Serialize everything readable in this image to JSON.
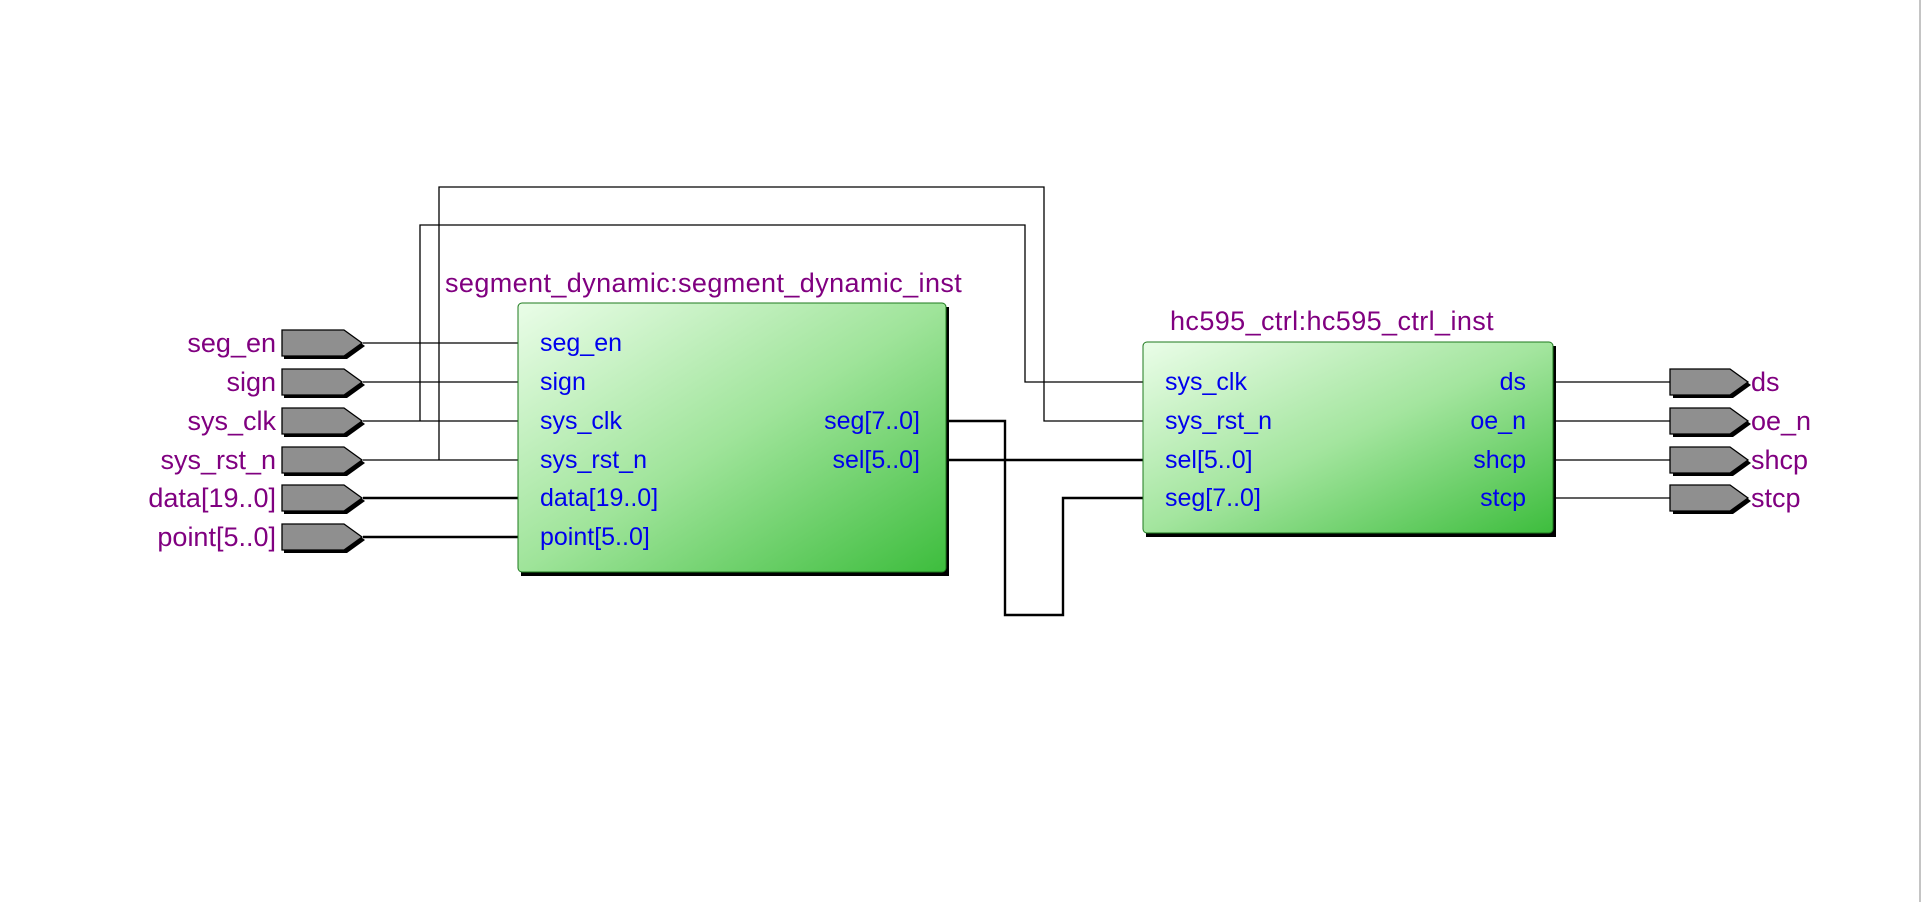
{
  "diagram": {
    "instances": [
      {
        "id": "segment_dynamic",
        "title": "segment_dynamic:segment_dynamic_inst",
        "inputs": [
          "seg_en",
          "sign",
          "sys_clk",
          "sys_rst_n",
          "data[19..0]",
          "point[5..0]"
        ],
        "outputs": [
          "seg[7..0]",
          "sel[5..0]"
        ]
      },
      {
        "id": "hc595_ctrl",
        "title": "hc595_ctrl:hc595_ctrl_inst",
        "inputs": [
          "sys_clk",
          "sys_rst_n",
          "sel[5..0]",
          "seg[7..0]"
        ],
        "outputs": [
          "ds",
          "oe_n",
          "shcp",
          "stcp"
        ]
      }
    ],
    "input_ports": [
      "seg_en",
      "sign",
      "sys_clk",
      "sys_rst_n",
      "data[19..0]",
      "point[5..0]"
    ],
    "output_ports": [
      "ds",
      "oe_n",
      "shcp",
      "stcp"
    ],
    "colors": {
      "block_gradient_light": "#eafde8",
      "block_gradient_dark": "#3dbd3d",
      "pin_text": "#0000ee",
      "label_text": "#800080",
      "port_fill": "#8f8f8f"
    }
  }
}
